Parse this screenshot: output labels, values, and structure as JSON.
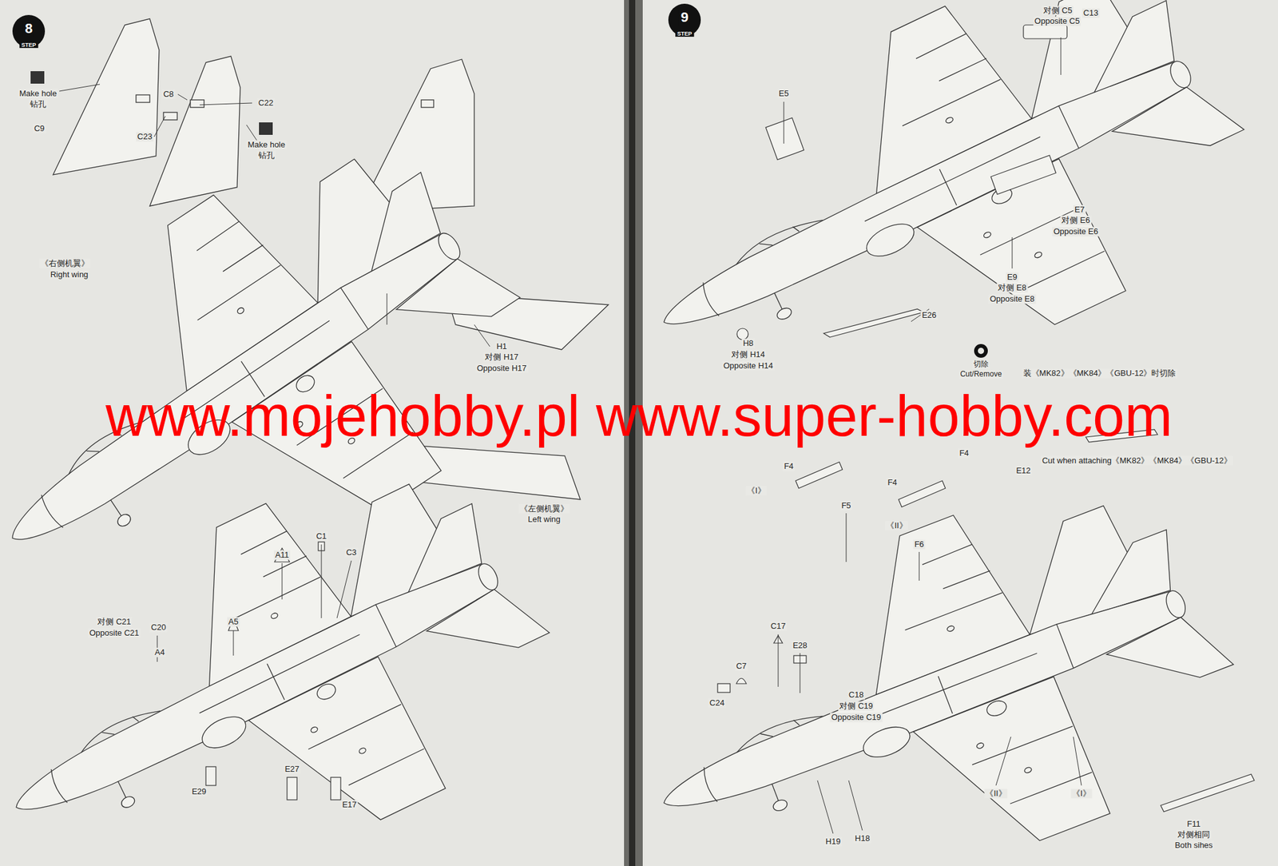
{
  "diagram": {
    "labels": [
      "8",
      "STEP",
      "Make hole",
      "钻孔",
      "C8",
      "C9",
      "C22",
      "C23",
      "Make hole",
      "钻孔",
      "《右侧机翼》",
      "Right wing",
      "H1",
      "对侧 H17",
      "Opposite H17",
      "《左侧机翼》",
      "Left wing",
      "A11",
      "C1",
      "C3",
      "对侧 C21",
      "Opposite C21",
      "C20",
      "A5",
      "A4",
      "E29",
      "E27",
      "E17",
      "9",
      "STEP",
      "对侧 C5",
      "C13",
      "Opposite C5",
      "E5",
      "E7",
      "对侧 E6",
      "Opposite E6",
      "E9",
      "对侧 E8",
      "Opposite E8",
      "E26",
      "H8",
      "对侧 H14",
      "Opposite H14",
      "切除",
      "Cut/Remove",
      "装《MK82》《MK84》《GBU-12》时切除",
      "Cut when attaching《MK82》《MK84》《GBU-12》",
      "E12",
      "F4",
      "F4",
      "F4",
      "《I》",
      "F5",
      "《II》",
      "F6",
      "C17",
      "E28",
      "C7",
      "C24",
      "C18",
      "对侧 C19",
      "Opposite C19",
      "《II》",
      "《I》",
      "F11",
      "对侧相同",
      "Both sihes",
      "H19",
      "H18",
      "www.mojehobby.pl www.super-hobby.com"
    ]
  }
}
